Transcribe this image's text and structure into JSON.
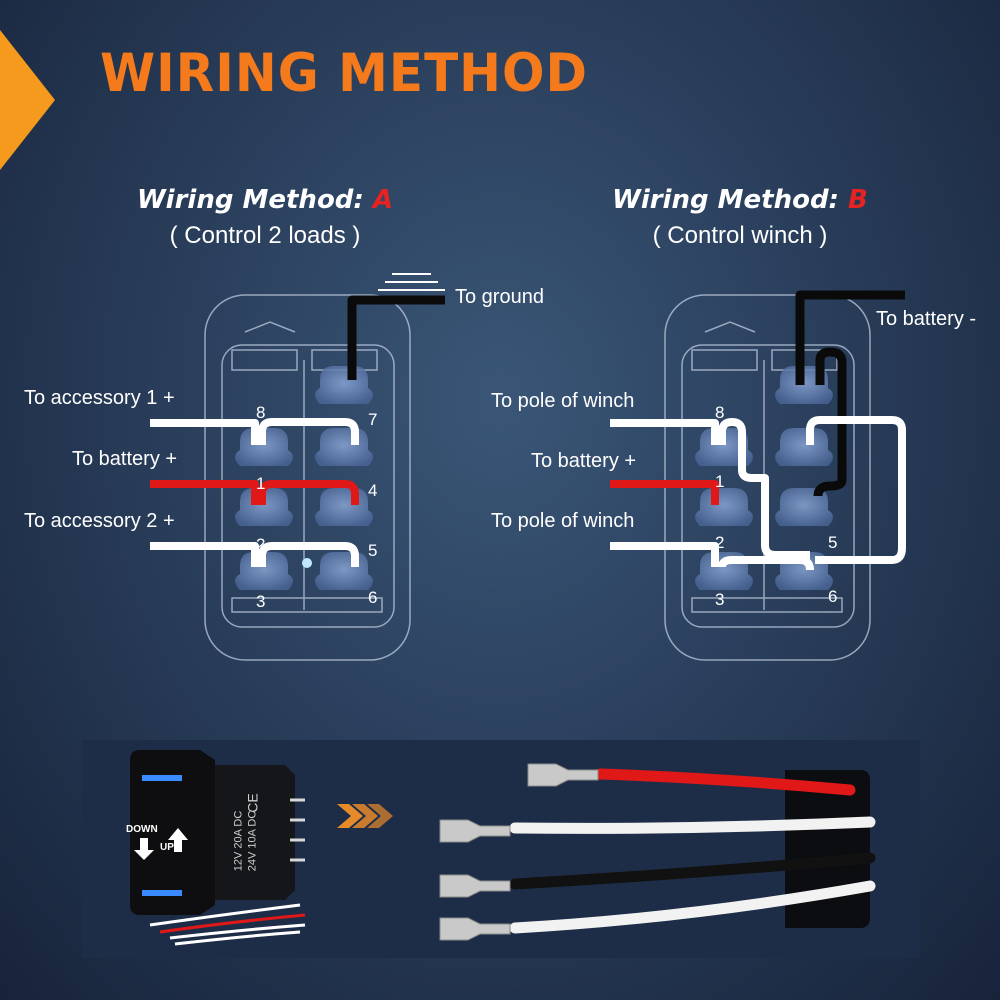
{
  "title": "WIRING  METHOD",
  "method_a": {
    "heading": "Wiring Method: ",
    "letter": "A",
    "subtitle": "( Control 2 loads )",
    "labels": {
      "ground": "To ground",
      "accessory1": "To accessory 1 +",
      "battery": "To battery +",
      "accessory2": "To accessory 2 +"
    },
    "pins": [
      "8",
      "7",
      "1",
      "4",
      "2",
      "5",
      "3",
      "6"
    ]
  },
  "method_b": {
    "heading": "Wiring Method: ",
    "letter": "B",
    "subtitle": "( Control winch )",
    "labels": {
      "battery_neg": "To battery -",
      "pole1": "To pole of winch",
      "battery": "To battery +",
      "pole2": "To pole of winch"
    },
    "pins": [
      "8",
      "1",
      "2",
      "5",
      "3",
      "6"
    ]
  },
  "switch_photo": {
    "down": "DOWN",
    "up": "UP",
    "ce": "CE",
    "rating1": "12V 20A DC",
    "rating2": "24V 10A DC"
  },
  "colors": {
    "accent": "#f57a1c",
    "red_wire": "#e01818",
    "white_wire": "#ffffff",
    "black_wire": "#0a0a0a",
    "terminal_blue": "#5f7fb3"
  }
}
